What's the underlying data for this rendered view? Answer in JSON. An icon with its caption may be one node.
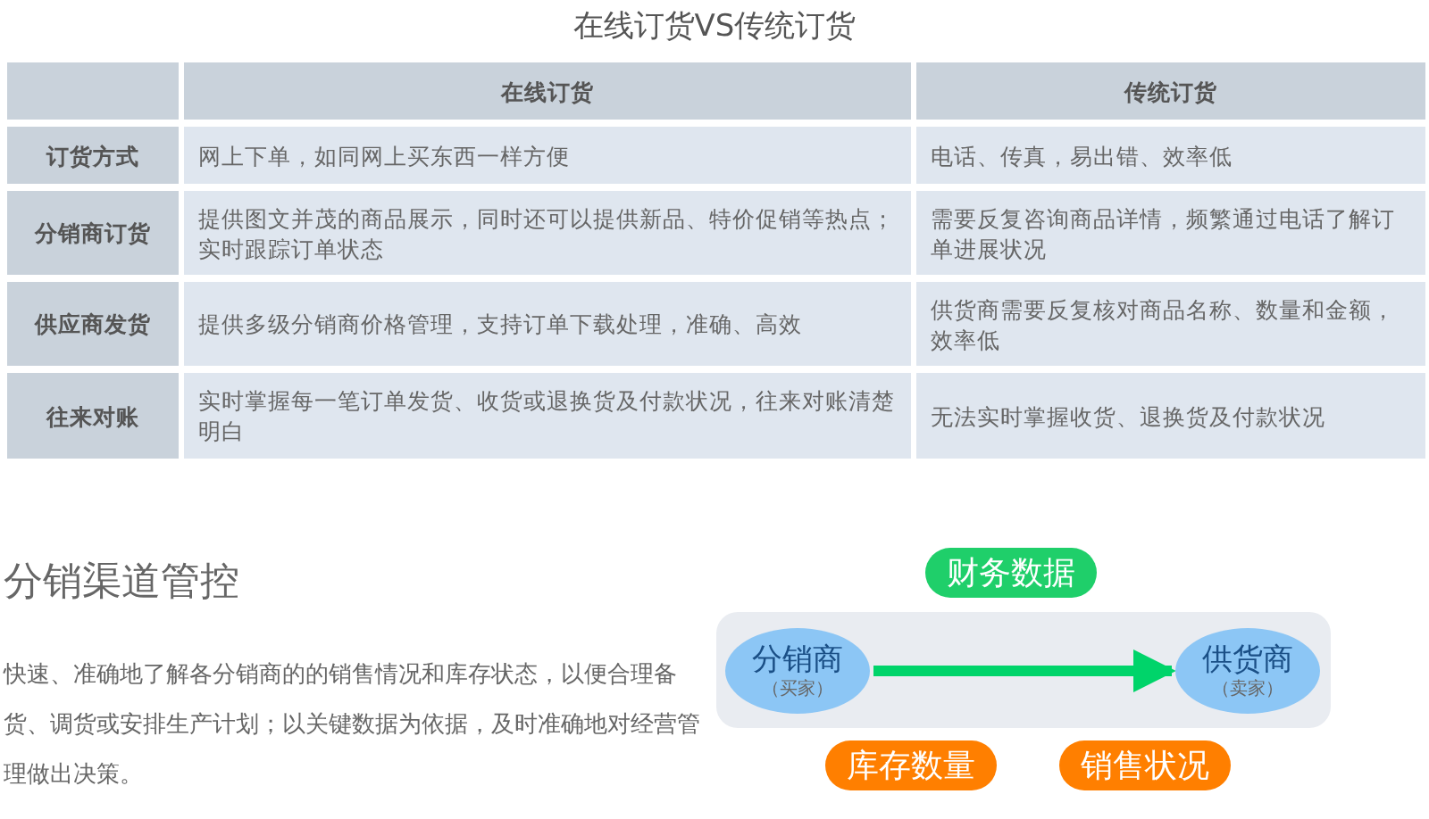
{
  "diagram": {
    "title": "在线订货VS传统订货",
    "nodes": [
      {
        "text": [
          "财务数据"
        ]
      },
      {
        "text": [],
        "shape": "box"
      },
      {
        "text": [
          "分销商",
          "（买家）"
        ],
        "in": 1
      },
      {
        "text": [
          "供货商",
          "（卖家）"
        ],
        "in": 1
      },
      {
        "text": [
          "库存数量"
        ]
      },
      {
        "text": [
          "销售状况"
        ]
      }
    ],
    "edges": [
      {
        "from": 2,
        "to": 3,
        "arrow": "to"
      }
    ],
    "labels": [
      "在线订货",
      "传统订货",
      "订货方式",
      "网上下单，如同网上买东西一样方便",
      "电话、传真，易出错、效率低",
      "分销商订货",
      "提供图文并茂的商品展示，同时还可以提供新品、特价促销等热点；实时跟踪订单状态",
      "需要反复咨询商品详情，频繁通过电话了解订单进展状况",
      "供应商发货",
      "提供多级分销商价格管理，支持订单下载处理，准确、高效",
      "供货商需要反复核对商品名称、数量和金额，效率低",
      "往来对账",
      "实时掌握每一笔订单发货、收货或退换货及付款状况，往来对账清楚明白",
      "无法实时掌握收货、退换货及付款状况",
      "分销渠道管控",
      "快速、准确地了解各分销商的的销售情况和库存状态，以便合理备货、调货或安排生产计划；以关键数据为依据，及时准确地对经营管理做出决策。"
    ]
  }
}
